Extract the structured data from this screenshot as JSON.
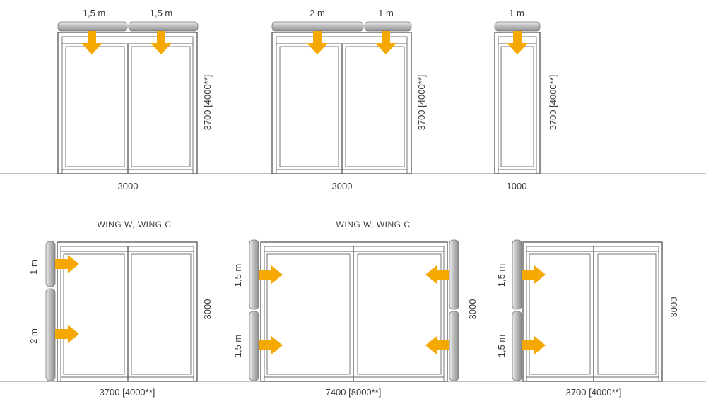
{
  "colors": {
    "arrow": "#f5a800",
    "curtain_fill": "#c9c9c9",
    "curtain_stroke": "#777777",
    "frame": "#555555",
    "ground": "#9a9a9a",
    "text": "#3c3c3c"
  },
  "top_row": [
    {
      "curtain_labels": [
        "1,5 m",
        "1,5 m"
      ],
      "height_label": "3700 [4000**]",
      "width_label": "3000"
    },
    {
      "curtain_labels": [
        "2 m",
        "1 m"
      ],
      "height_label": "3700 [4000**]",
      "width_label": "3000"
    },
    {
      "curtain_labels": [
        "1 m"
      ],
      "height_label": "3700 [4000**]",
      "width_label": "1000"
    }
  ],
  "bottom_row": [
    {
      "title": "WING W, WING C",
      "curtain_labels": [
        "1 m",
        "2 m"
      ],
      "height_label": "3000",
      "width_label": "3700 [4000**]"
    },
    {
      "title": "WING W, WING C",
      "curtain_labels_left": [
        "1,5 m",
        "1,5 m"
      ],
      "height_label": "3000",
      "width_label": "7400 [8000**]"
    },
    {
      "title": "",
      "curtain_labels": [
        "1,5 m",
        "1,5 m"
      ],
      "height_label": "3000",
      "width_label": "3700 [4000**]"
    }
  ]
}
